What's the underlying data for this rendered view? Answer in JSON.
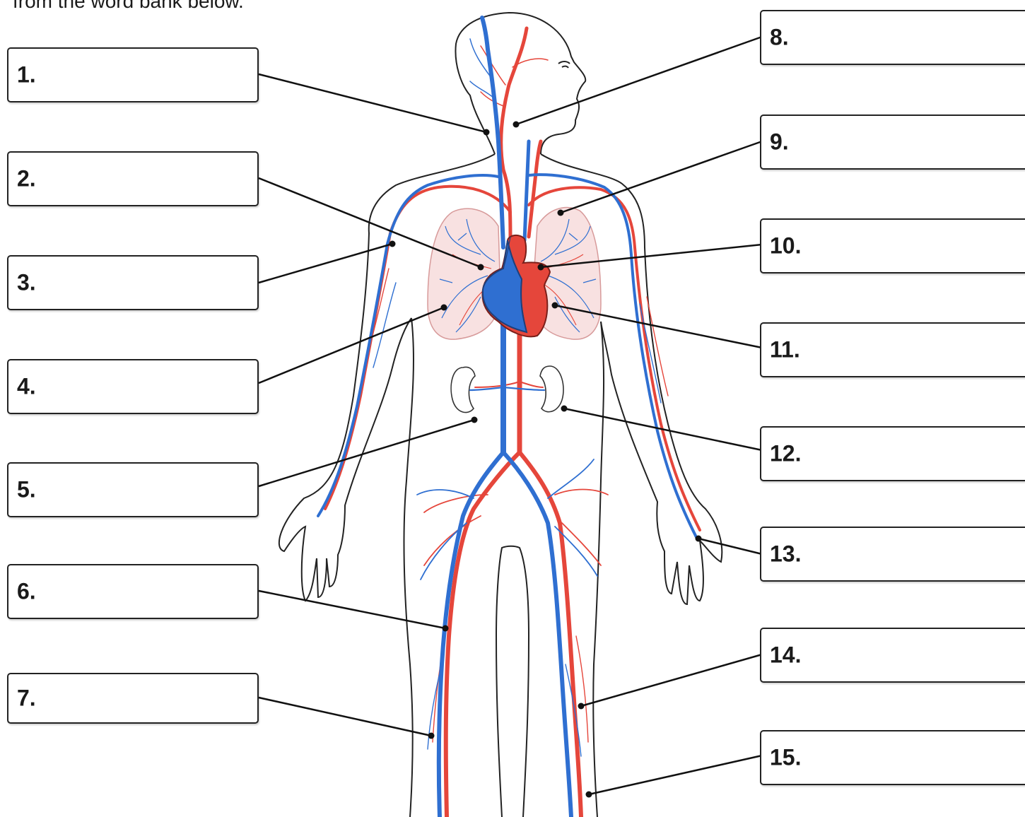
{
  "instructions": "from the word bank below.",
  "labels": [
    {
      "number": "1.",
      "answer": ""
    },
    {
      "number": "2.",
      "answer": ""
    },
    {
      "number": "3.",
      "answer": ""
    },
    {
      "number": "4.",
      "answer": ""
    },
    {
      "number": "5.",
      "answer": ""
    },
    {
      "number": "6.",
      "answer": ""
    },
    {
      "number": "7.",
      "answer": ""
    },
    {
      "number": "8.",
      "answer": ""
    },
    {
      "number": "9.",
      "answer": ""
    },
    {
      "number": "10.",
      "answer": ""
    },
    {
      "number": "11.",
      "answer": ""
    },
    {
      "number": "12.",
      "answer": ""
    },
    {
      "number": "13.",
      "answer": ""
    },
    {
      "number": "14.",
      "answer": ""
    },
    {
      "number": "15.",
      "answer": ""
    }
  ],
  "colors": {
    "artery": "#e5463b",
    "vein": "#2f6fd1",
    "lung_fill": "#f8e1e1",
    "outline": "#222222"
  }
}
